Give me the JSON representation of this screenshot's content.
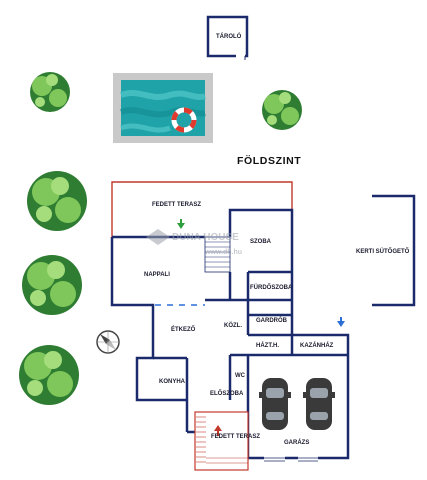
{
  "floor_title": "FÖLDSZINT",
  "rooms": {
    "tarolo": "TÁROLÓ",
    "fedett_terasz_top": "FEDETT TERASZ",
    "szoba": "SZOBA",
    "nappali": "NAPPALI",
    "furdoszoba": "FÜRDŐSZOBA",
    "gardrob": "GARDRÓB",
    "etkezo": "ÉTKEZŐ",
    "kozl": "KÖZL.",
    "haztart": "HÁZT.H.",
    "kazanhaz": "KAZÁNHÁZ",
    "wc": "WC",
    "konyha": "KONYHA",
    "eloszoba": "ELŐSZOBA",
    "fedett_terasz_bottom": "FEDETT TERASZ",
    "garazs": "GARÁZS",
    "kerti_sutogeto": "KERTI SÜTŐGETŐ"
  },
  "watermark": {
    "brand": "DUNA HOUSE",
    "url": "www.dh.hu"
  },
  "colors": {
    "wall": "#1b2a6b",
    "terrace_line": "#c0392b",
    "pool_water": "#1fa3a8",
    "pool_edge": "#c9c9c9",
    "tree_light": "#7fc75a",
    "tree_dark": "#2f7d32",
    "car": "#3a3a3a",
    "entrance_arrow": "#c0392b",
    "side_arrow": "#2a6fd6"
  }
}
